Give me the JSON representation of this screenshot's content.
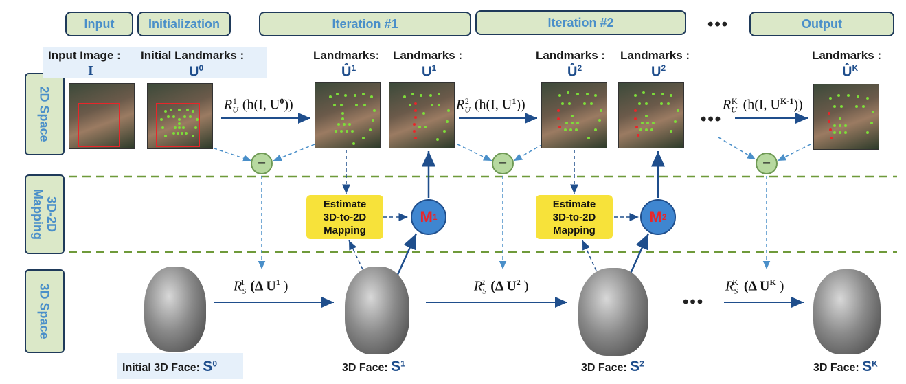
{
  "stages": {
    "input": "Input",
    "initialization": "Initialization",
    "iteration1": "Iteration #1",
    "iteration2": "Iteration #2",
    "ellipsis": "•••",
    "output": "Output"
  },
  "rows": {
    "space2d": "2D Space",
    "mapping": "3D-2D Mapping",
    "space3d": "3D Space"
  },
  "headers": {
    "input_image": "Input Image :",
    "input_sym": "I",
    "initial_landmarks": "Initial Landmarks :",
    "initial_sym": "U",
    "initial_sup": "0",
    "lm_hat1": "Landmarks:",
    "hat1_sym": "Û",
    "hat1_sup": "1",
    "lm_1": "Landmarks :",
    "u1_sym": "U",
    "u1_sup": "1",
    "lm_hat2": "Landmarks :",
    "hat2_sym": "Û",
    "hat2_sup": "2",
    "lm_2": "Landmarks :",
    "u2_sym": "U",
    "u2_sup": "2",
    "lm_k": "Landmarks :",
    "hatk_sym": "Û",
    "hatk_sup": "K"
  },
  "equations": {
    "ru1": "R",
    "ru1_sub": "U",
    "ru1_sup": "1",
    "ru1_body": "(h(I, U",
    "ru1_bodysup": "0",
    "ru1_end": "))",
    "ru2": "R",
    "ru2_sub": "U",
    "ru2_sup": "2",
    "ru2_body": "(h(I, U",
    "ru2_bodysup": "1",
    "ru2_end": "))",
    "ruk": "R",
    "ruk_sub": "U",
    "ruk_sup": "K",
    "ruk_body": "(h(I, U",
    "ruk_bodysup": "K-1",
    "ruk_end": "))",
    "rs1": "R",
    "rs1_sub": "S",
    "rs1_sup": "1",
    "rs1_body": "(Δ U",
    "rs1_bodysup": "1",
    "rs1_end": " )",
    "rs2": "R",
    "rs2_sub": "S",
    "rs2_sup": "2",
    "rs2_body": "(Δ U",
    "rs2_bodysup": "2",
    "rs2_end": " )",
    "rsk": "R",
    "rsk_sub": "S",
    "rsk_sup": "K",
    "rsk_body": "(Δ U",
    "rsk_bodysup": "K",
    "rsk_end": " )"
  },
  "operators": {
    "minus": "−",
    "m_letter": "M",
    "m1_sup": "1",
    "m2_sup": "2"
  },
  "estimate": {
    "line1": "Estimate",
    "line2": "3D-to-2D",
    "line3": "Mapping"
  },
  "faces": {
    "initial_label": "Initial 3D Face: ",
    "initial_sym": "S",
    "initial_sup": "0",
    "face_label": "3D Face: ",
    "s1_sym": "S",
    "s1_sup": "1",
    "s2_sym": "S",
    "s2_sup": "2",
    "sk_sym": "S",
    "sk_sup": "K"
  },
  "colors": {
    "stage_bg": "#dbe8c8",
    "stage_text": "#4a8fc9",
    "arrow": "#1f4e8c",
    "dashed_arrow": "#4a8fc9",
    "separator": "#6f9a3a",
    "landmark": "#7ddc3a",
    "landmark_red": "#e8262a",
    "estimate_bg": "#f7e23a",
    "m_circle": "#3f86d0",
    "minus_circle": "#b7d9a0"
  }
}
